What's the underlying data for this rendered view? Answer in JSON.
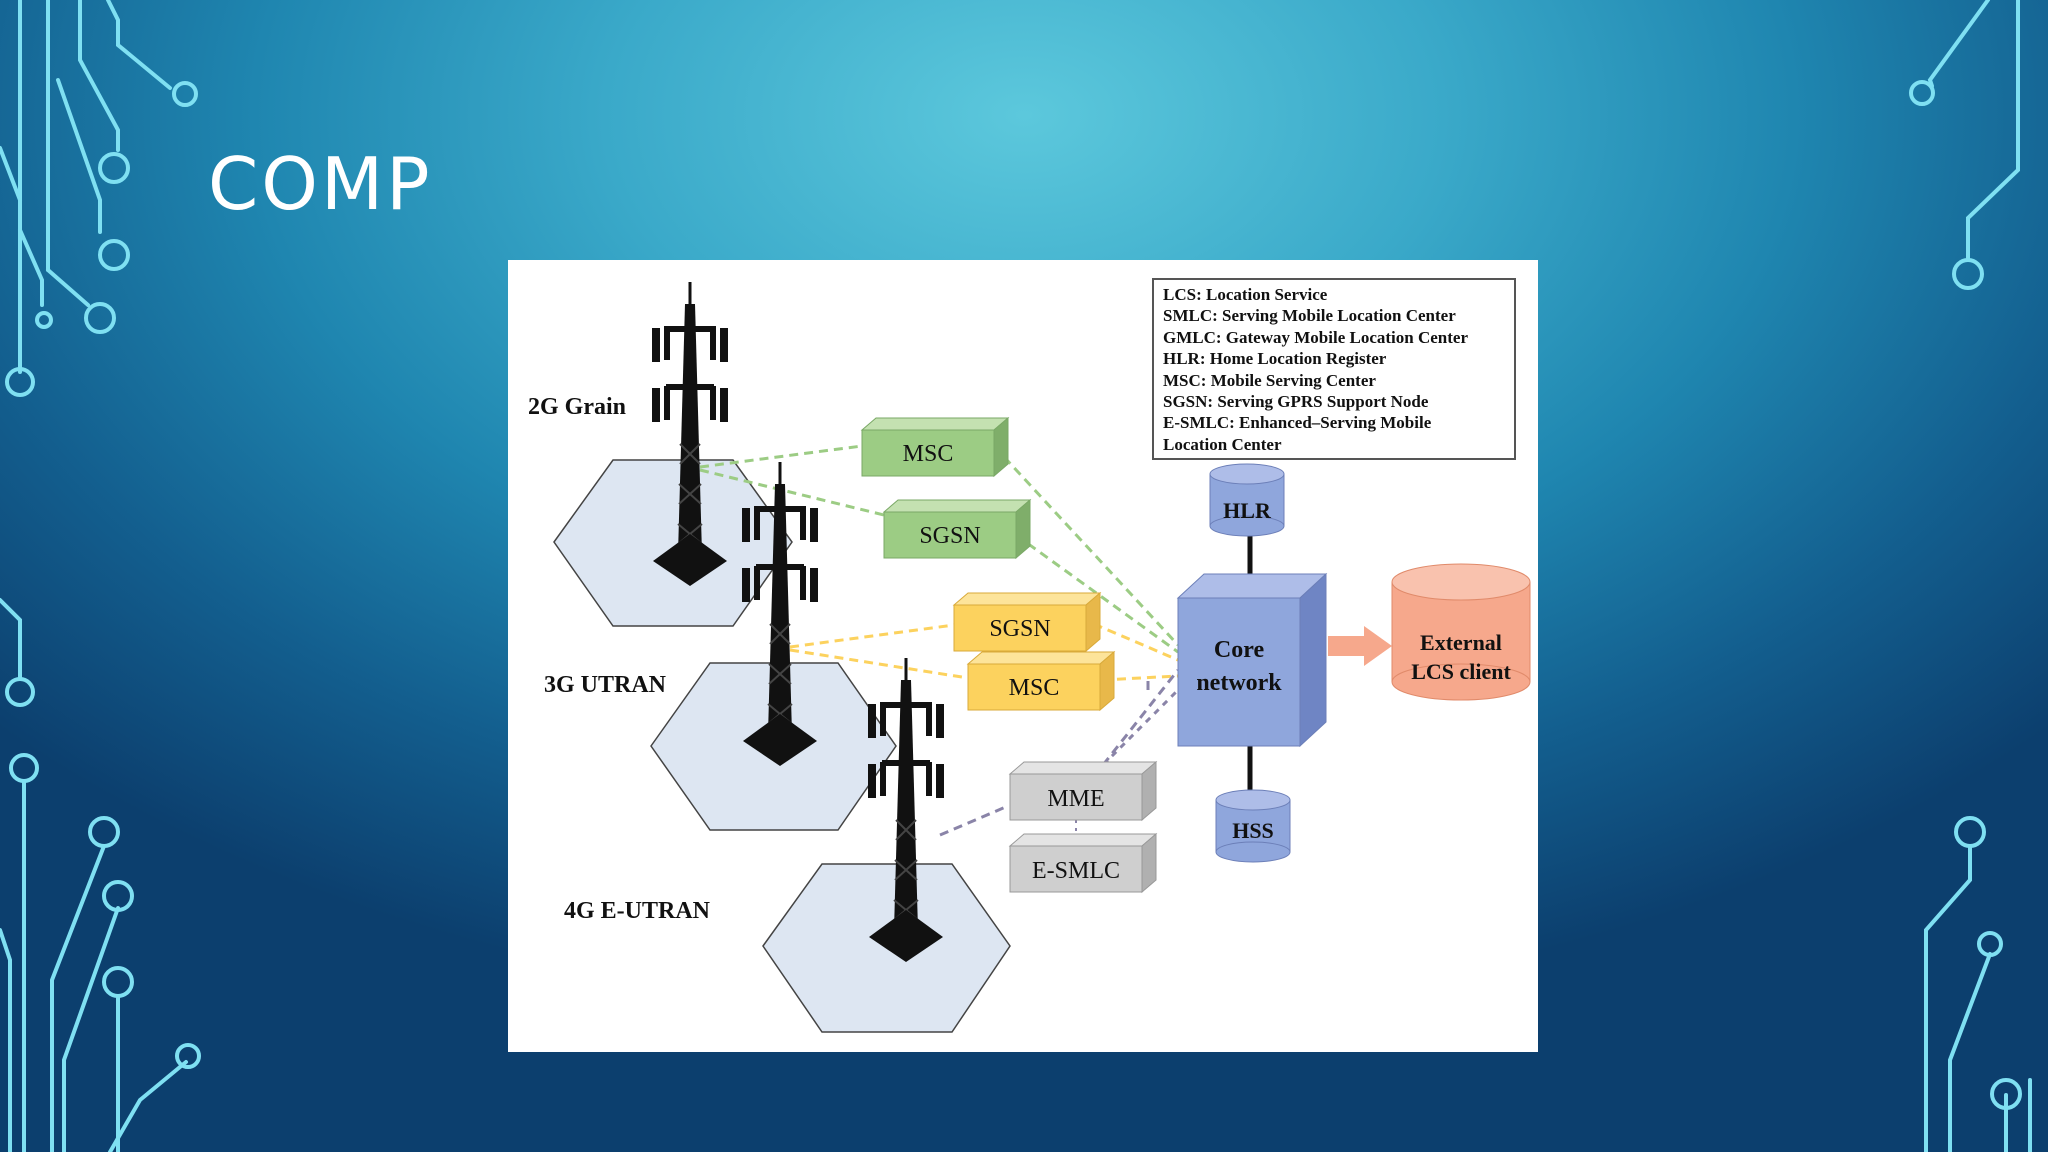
{
  "slide": {
    "title": "COMP"
  },
  "colors": {
    "green": "#9ccc84",
    "yellow": "#fcd25e",
    "gray": "#cfcfcf",
    "blue": "#8fa6dc",
    "orange": "#f6a88c",
    "hex_fill": "#dde6f2"
  },
  "diagram": {
    "tiers": [
      {
        "label": "2G Grain"
      },
      {
        "label": "3G UTRAN"
      },
      {
        "label": "4G E-UTRAN"
      }
    ],
    "nodes": {
      "msc_2g": "MSC",
      "sgsn_2g": "SGSN",
      "sgsn_3g": "SGSN",
      "msc_3g": "MSC",
      "mme": "MME",
      "esmlc": "E-SMLC",
      "hlr": "HLR",
      "hss": "HSS",
      "core_line1": "Core",
      "core_line2": "network",
      "ext_line1": "External",
      "ext_line2": "LCS client"
    },
    "legend": [
      "LCS: Location Service",
      "SMLC: Serving Mobile Location Center",
      "GMLC: Gateway Mobile Location Center",
      "HLR: Home Location Register",
      "MSC: Mobile Serving Center",
      "SGSN: Serving GPRS Support Node",
      "E-SMLC: Enhanced–Serving Mobile",
      "Location Center"
    ]
  }
}
